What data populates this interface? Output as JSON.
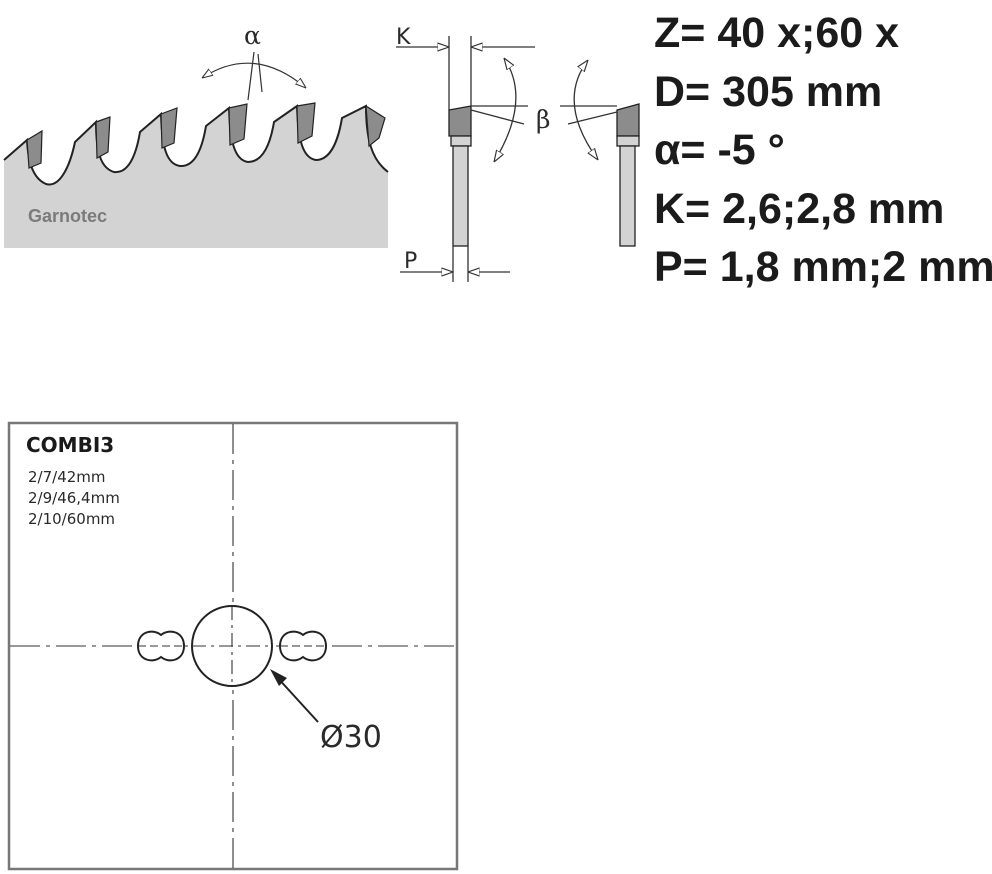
{
  "specs": [
    "Z= 40 x;60 x",
    "D= 305 mm",
    "α= -5 °",
    "K= 2,6;2,8 mm",
    "P= 1,8 mm;2 mm"
  ],
  "blade": {
    "brand": "Garnotec",
    "angle_alpha": "α",
    "angle_beta": "β",
    "kerf_label": "K",
    "plate_label": "P"
  },
  "pinhole": {
    "title": "COMBI3",
    "lines": [
      "2/7/42mm",
      "2/9/46,4mm",
      "2/10/60mm"
    ],
    "bore": "Ø30"
  },
  "colors": {
    "blade_fill": "#d3d3d3",
    "tooth_fill": "#8c8c8c",
    "line": "#333333"
  }
}
